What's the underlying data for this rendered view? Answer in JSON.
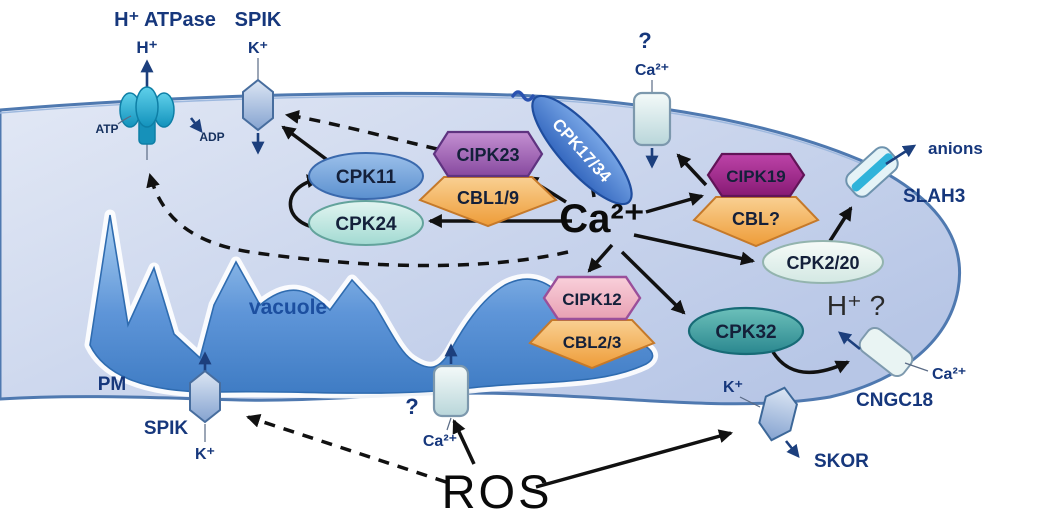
{
  "diagram": {
    "type": "cell-signaling-pathway",
    "description": "Ca2+ and ROS signaling network at the plasma membrane and vacuole with CPK/CIPK/CBL kinases and ion channels"
  },
  "labels": {
    "h_atpase": "H⁺ ATPase",
    "h_plus": "H⁺",
    "atp": "ATP",
    "adp": "ADP",
    "spik_top": "SPIK",
    "k_top": "K⁺",
    "q_top": "?",
    "ca_top": "Ca²⁺",
    "ca_center": "Ca²⁺",
    "anions": "anions",
    "slah3": "SLAH3",
    "h_plus_q": "H⁺ ?",
    "cngc18": "CNGC18",
    "ca_right": "Ca²⁺",
    "k_skor": "K⁺",
    "skor": "SKOR",
    "vacuole": "vacuole",
    "pm": "PM",
    "spik_bottom": "SPIK",
    "k_bottom": "K⁺",
    "q_bottom": "?",
    "ca_bottom": "Ca²⁺",
    "ros": "ROS"
  },
  "proteins": {
    "cpk11": "CPK11",
    "cpk24": "CPK24",
    "cipk23": "CIPK23",
    "cbl19": "CBL1/9",
    "cpk1734": "CPK17/34",
    "cipk19": "CIPK19",
    "cblq": "CBL?",
    "cpk220": "CPK2/20",
    "cipk12": "CIPK12",
    "cbl23": "CBL2/3",
    "cpk32": "CPK32"
  },
  "colors": {
    "cell_fill": "#c3cfe9",
    "membrane_stroke": "#4f79b0",
    "vacuole_blue": "#4d88cc",
    "cipk23_purple": "#8b50a4",
    "cipk19_magenta": "#8c1a78",
    "cipk12_pink": "#eba6b8",
    "cbl_orange": "#efa03c",
    "cpk11_blue": "#6295d0",
    "cpk24_cyan": "#a8ddd6",
    "cpk1734_blue": "#3b71c6",
    "cpk32_teal": "#2d8c94",
    "cpk220_pale": "#e9f6f2",
    "atpase_cyan": "#1a9cc4",
    "label_navy": "#16377c",
    "arrow_black": "#111111"
  }
}
